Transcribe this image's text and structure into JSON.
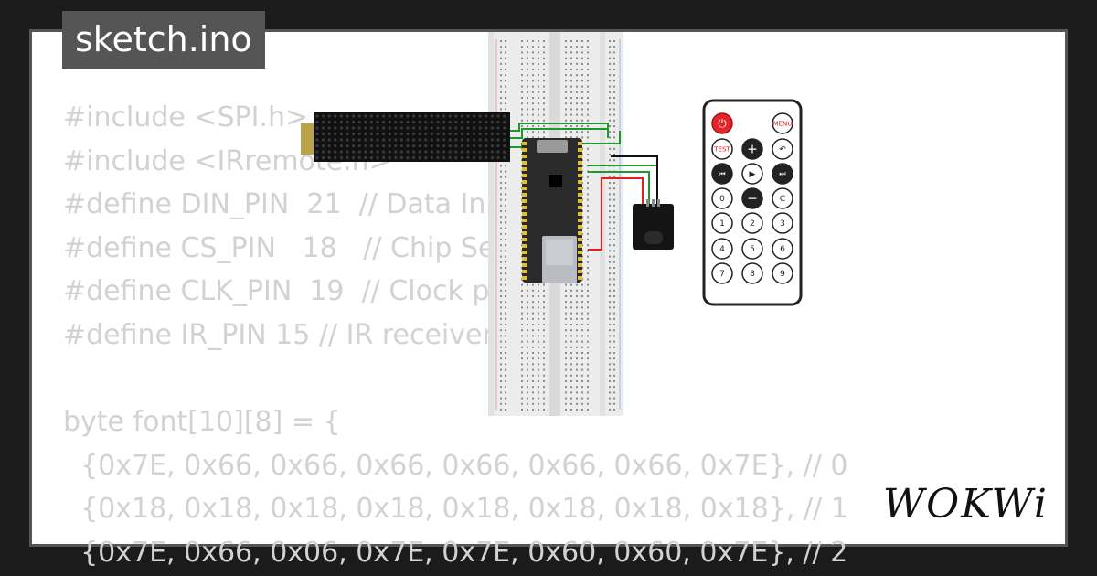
{
  "header": {
    "title": "sketch.ino"
  },
  "code_lines": [
    "#include <SPI.h>",
    "#include <IRremote.h>",
    "#define DIN_PIN  21  // Data In pin",
    "#define CS_PIN   18   // Chip Select pin",
    "#define CLK_PIN  19  // Clock pin",
    "#define IR_PIN 15 // IR receiver pin",
    "",
    "byte font[10][8] = {",
    "  {0x7E, 0x66, 0x66, 0x66, 0x66, 0x66, 0x66, 0x7E}, // 0",
    "  {0x18, 0x18, 0x18, 0x18, 0x18, 0x18, 0x18, 0x18}, // 1",
    "  {0x7E, 0x66, 0x06, 0x7E, 0x7E, 0x60, 0x60, 0x7E}, // 2"
  ],
  "remote": {
    "buttons": [
      "⏻",
      "MENU",
      "TEST",
      "+",
      "↶",
      "⏮",
      "▶",
      "⏭",
      "0",
      "−",
      "C",
      "1",
      "2",
      "3",
      "4",
      "5",
      "6",
      "7",
      "8",
      "9"
    ]
  },
  "brand": {
    "logo": "WOKWi"
  },
  "colors": {
    "background": "#1b1b1b",
    "card": "#ffffff",
    "code_text": "#d2d2d2",
    "title_bg": "#555555",
    "wire_green": "#1a9a2a",
    "wire_red": "#e02020",
    "wire_black": "#111111"
  }
}
